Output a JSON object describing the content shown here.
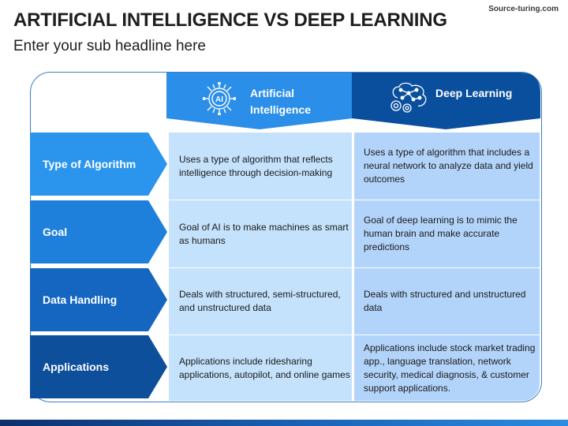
{
  "title": "ARTIFICIAL INTELLIGENCE VS DEEP LEARNING",
  "subtitle": "Enter your sub headline here",
  "watermark": "Source-turing.com",
  "columns": [
    {
      "label": "Artificial Intelligence",
      "icon": "ai-chip-icon",
      "icon_text": "AI",
      "color": "#2b8ee8"
    },
    {
      "label": "Deep Learning",
      "icon": "brain-gears-icon",
      "color": "#0a4f9e"
    }
  ],
  "rows": [
    {
      "label": "Type of Algorithm",
      "color": "#2b94ec",
      "ai": "Uses a type of algorithm that reflects intelligence through decision-making",
      "dl": "Uses a type of algorithm that includes a neural network to analyze data and yield outcomes"
    },
    {
      "label": "Goal",
      "color": "#1f80dc",
      "ai": "Goal of AI is to make machines as smart as humans",
      "dl": "Goal of deep learning is to mimic the human brain and make accurate predictions"
    },
    {
      "label": "Data Handling",
      "color": "#1566c0",
      "ai": "Deals with structured, semi-structured, and unstructured data",
      "dl": "Deals with structured and unstructured data"
    },
    {
      "label": "Applications",
      "color": "#0e4f9c",
      "ai": "Applications include ridesharing applications, autopilot, and online games",
      "dl": "Applications include stock market trading app., language translation, network security, medical diagnosis, & customer support applications."
    }
  ]
}
